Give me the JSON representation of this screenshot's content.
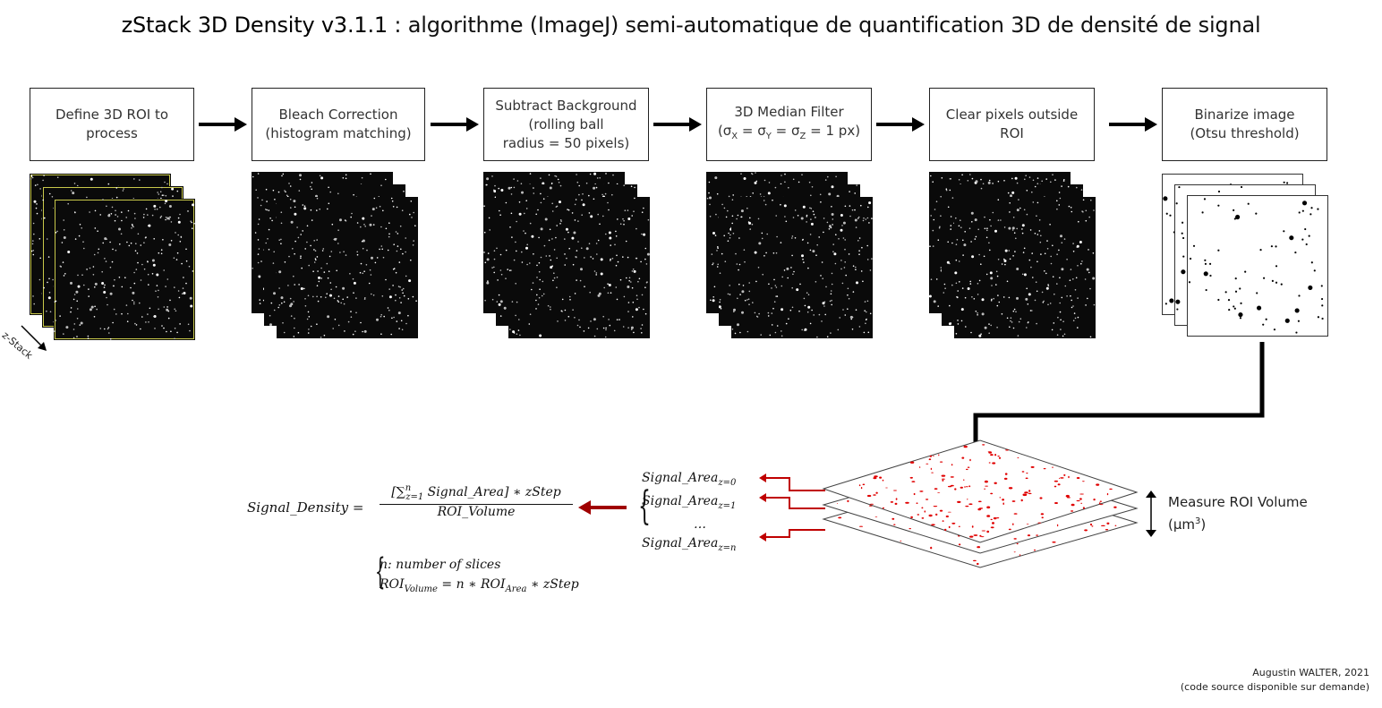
{
  "title": {
    "bold": "zStack 3D Density v3.1.1",
    "rest": " : algorithme (ImageJ) semi-automatique de quantification 3D de densité de signal"
  },
  "steps": [
    {
      "lines": [
        "Define 3D ROI to",
        "process"
      ]
    },
    {
      "lines": [
        "Bleach Correction",
        "(histogram matching)"
      ]
    },
    {
      "lines": [
        "Subtract Background",
        "(rolling ball",
        "radius = 50 pixels)"
      ]
    },
    {
      "lines": [
        "3D Median Filter"
      ],
      "sigma": {
        "sx": "X",
        "sy": "Y",
        "sz": "Z",
        "value": " = 1 px)"
      }
    },
    {
      "lines": [
        "Clear pixels outside",
        "ROI"
      ]
    },
    {
      "lines": [
        "Binarize image",
        "(Otsu threshold)"
      ]
    }
  ],
  "zstack_label": "z-Stack",
  "formula": {
    "lhs": "Signal_Density",
    "numerator_sum": "∑",
    "numerator_lim_top": "n",
    "numerator_lim_bottom": "z=1",
    "numerator_term": "Signal_Area",
    "numerator_tail": "∗ zStep",
    "denominator": "ROI_Volume"
  },
  "areas": [
    {
      "base": "Signal_Area",
      "sub": "z=0"
    },
    {
      "base": "Signal_Area",
      "sub": "z=1"
    },
    {
      "base": "…",
      "sub": ""
    },
    {
      "base": "Signal_Area",
      "sub": "z=n"
    }
  ],
  "defs": {
    "line1": "n: number of slices",
    "line2_base": "ROI",
    "line2_sub1": "Volume",
    "line2_mid": " = n ∗ ROI",
    "line2_sub2": "Area",
    "line2_tail": " ∗ zStep"
  },
  "measure": {
    "line1": "Measure ROI Volume",
    "line2_pre": "(µm",
    "line2_sup": "3",
    "line2_post": ")"
  },
  "credit": {
    "line1": "Augustin WALTER, 2021",
    "line2": "(code source disponible sur demande)"
  },
  "colors": {
    "accent_red": "#c00000",
    "signal_red": "#e00000"
  }
}
